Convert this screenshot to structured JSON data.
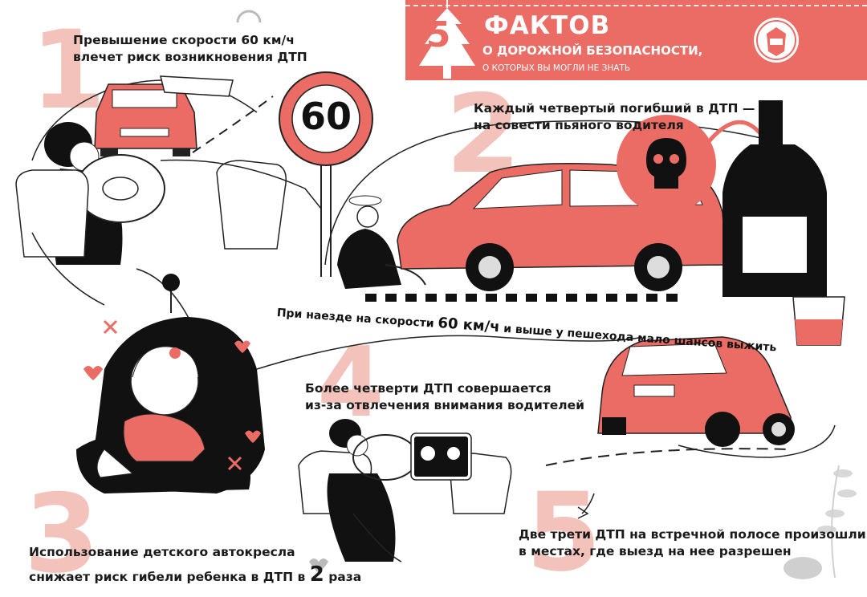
{
  "header": {
    "badge_number": "5",
    "title": "ФАКТОВ",
    "subtitle": "О ДОРОЖНОЙ БЕЗОПАСНОСТИ,",
    "tagline": "О КОТОРЫХ ВЫ МОГЛИ НЕ ЗНАТЬ"
  },
  "sign": {
    "speed_limit": "60"
  },
  "facts": [
    {
      "number": "1",
      "lines": [
        "Превышение скорости 60 км/ч",
        "влечет риск возникновения ДТП"
      ]
    },
    {
      "number": "2",
      "lines": [
        "Каждый четвертый погибший в ДТП —",
        "на совести пьяного водителя"
      ]
    },
    {
      "number": "3",
      "line1": "Использование детского автокресла",
      "line2_before": "снижает риск гибели ребенка в ДТП в",
      "line2_highlight": "2",
      "line2_after": "раза"
    },
    {
      "number": "4",
      "lines": [
        "Более четверти ДТП совершается",
        "из-за отвлечения внимания водителей"
      ]
    },
    {
      "number": "5",
      "lines": [
        "Две трети ДТП на встречной полосе произошли",
        "в местах, где выезд на нее разрешен"
      ]
    }
  ],
  "pedestrian_fact": {
    "before": "При наезде на скорости",
    "highlight": "60 км/ч",
    "after": "и выше у пешехода мало шансов выжить"
  },
  "colors": {
    "accent": "#ea6c64",
    "number_tint": "#f3c3bb",
    "ink": "#111111"
  },
  "icons": [
    "tree-air-freshener-icon",
    "police-emblem-icon",
    "speed-limit-sign-icon",
    "skull-icon",
    "bottle-icon",
    "glass-icon",
    "heart-icon",
    "phone-icon"
  ]
}
